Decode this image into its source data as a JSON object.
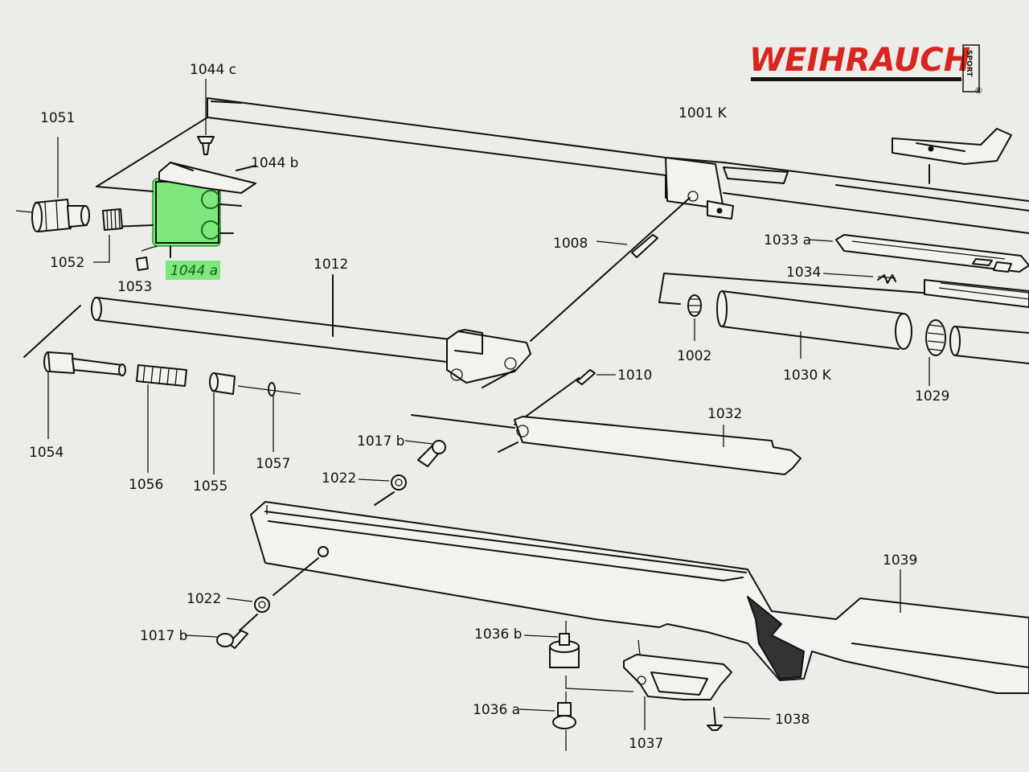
{
  "brand": {
    "name": "WEIHRAUCH",
    "sub": "SPORT",
    "reg": "®"
  },
  "highlight_color": "#7ee87e",
  "brand_color": "#d7261e",
  "labels": {
    "l1044c": "1044 c",
    "l1051": "1051",
    "l1044b": "1044 b",
    "l1001k": "1001 K",
    "l1052": "1052",
    "l1053": "1053",
    "l1044a": "1044 a",
    "l1012": "1012",
    "l1008": "1008",
    "l1033a": "1033 a",
    "l1034": "1034",
    "l1002": "1002",
    "l1030k": "1030 K",
    "l1029": "1029",
    "l1010": "1010",
    "l1032": "1032",
    "l1054": "1054",
    "l1056": "1056",
    "l1055": "1055",
    "l1057": "1057",
    "l1017b_top": "1017 b",
    "l1022_top": "1022",
    "l1039": "1039",
    "l1022_bot": "1022",
    "l1017b_bot": "1017 b",
    "l1036b": "1036 b",
    "l1036a": "1036 a",
    "l1037": "1037",
    "l1038": "1038"
  }
}
